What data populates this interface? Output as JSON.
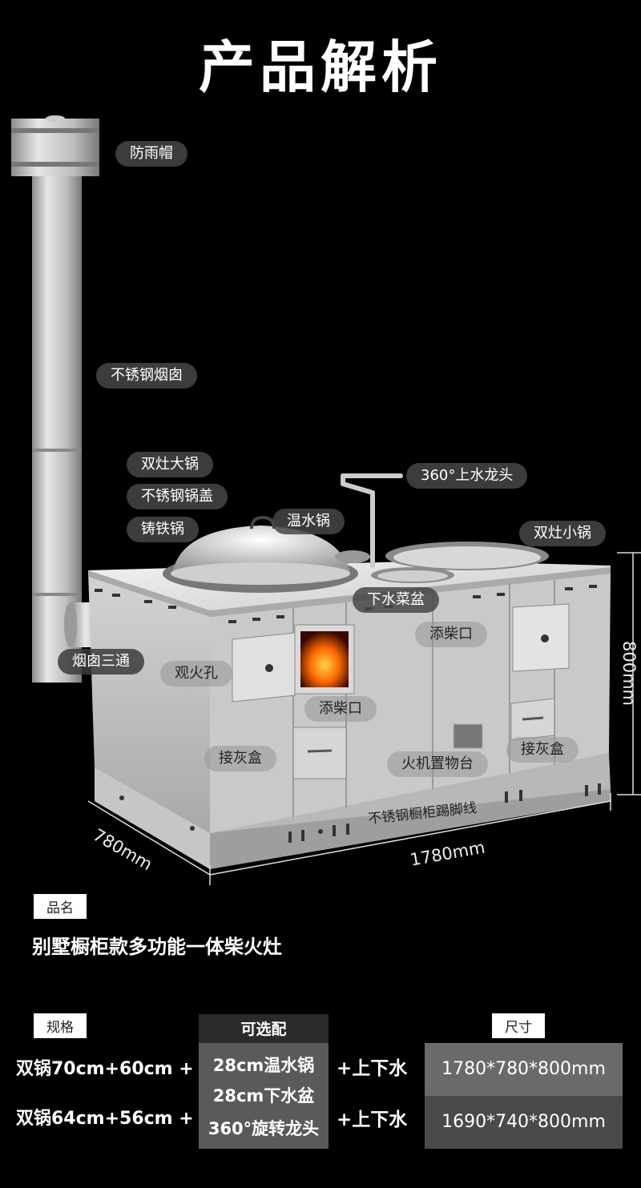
{
  "page": {
    "title": "产品解析"
  },
  "callouts": {
    "rain_cap": "防雨帽",
    "chimney": "不锈钢烟囱",
    "big_pot": "双灶大锅",
    "pot_lid": "不锈钢锅盖",
    "cast_iron_pot": "铸铁锅",
    "warm_water_pot": "温水锅",
    "faucet": "360°上水龙头",
    "small_pot": "双灶小锅",
    "drain_basin": "下水菜盆",
    "fuel_port_right": "添柴口",
    "chimney_tee": "烟囱三通",
    "view_hole": "观火孔",
    "fuel_port_center": "添柴口",
    "ash_box_left": "接灰盒",
    "lighter_shelf": "火机置物台",
    "ash_box_right": "接灰盒",
    "kickboard": "不锈钢橱柜踢脚线"
  },
  "dimensions": {
    "height": "800mm",
    "depth": "780mm",
    "width": "1780mm"
  },
  "info": {
    "name_label": "品名",
    "name_value": "别墅橱柜款多功能一体柴火灶",
    "spec_label": "规格",
    "optional_label": "可选配",
    "size_label": "尺寸",
    "specs": [
      "双锅70cm+60cm +",
      "双锅64cm+56cm +"
    ],
    "optional_items": [
      "28cm温水锅",
      "28cm下水盆",
      "360°旋转龙头"
    ],
    "water": [
      "+上下水",
      "+上下水"
    ],
    "sizes": [
      "1780*780*800mm",
      "1690*740*800mm"
    ]
  }
}
